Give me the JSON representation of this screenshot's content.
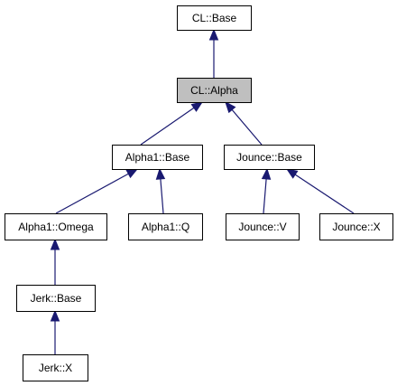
{
  "diagram": {
    "type": "class-inheritance-graph",
    "colors": {
      "edge": "#191970",
      "node_border": "#000000",
      "node_fill": "#ffffff",
      "highlight_fill": "#bfbfbf"
    },
    "nodes": [
      {
        "id": "cl-base",
        "label": "CL::Base"
      },
      {
        "id": "cl-alpha",
        "label": "CL::Alpha",
        "highlighted": true
      },
      {
        "id": "alpha1-base",
        "label": "Alpha1::Base"
      },
      {
        "id": "jounce-base",
        "label": "Jounce::Base"
      },
      {
        "id": "alpha1-omega",
        "label": "Alpha1::Omega"
      },
      {
        "id": "alpha1-q",
        "label": "Alpha1::Q"
      },
      {
        "id": "jounce-v",
        "label": "Jounce::V"
      },
      {
        "id": "jounce-x",
        "label": "Jounce::X"
      },
      {
        "id": "jerk-base",
        "label": "Jerk::Base"
      },
      {
        "id": "jerk-x",
        "label": "Jerk::X"
      }
    ],
    "edges": [
      {
        "from": "cl-alpha",
        "to": "cl-base"
      },
      {
        "from": "alpha1-base",
        "to": "cl-alpha"
      },
      {
        "from": "jounce-base",
        "to": "cl-alpha"
      },
      {
        "from": "alpha1-omega",
        "to": "alpha1-base"
      },
      {
        "from": "alpha1-q",
        "to": "alpha1-base"
      },
      {
        "from": "jounce-v",
        "to": "jounce-base"
      },
      {
        "from": "jounce-x",
        "to": "jounce-base"
      },
      {
        "from": "jerk-base",
        "to": "alpha1-omega"
      },
      {
        "from": "jerk-x",
        "to": "jerk-base"
      }
    ]
  }
}
